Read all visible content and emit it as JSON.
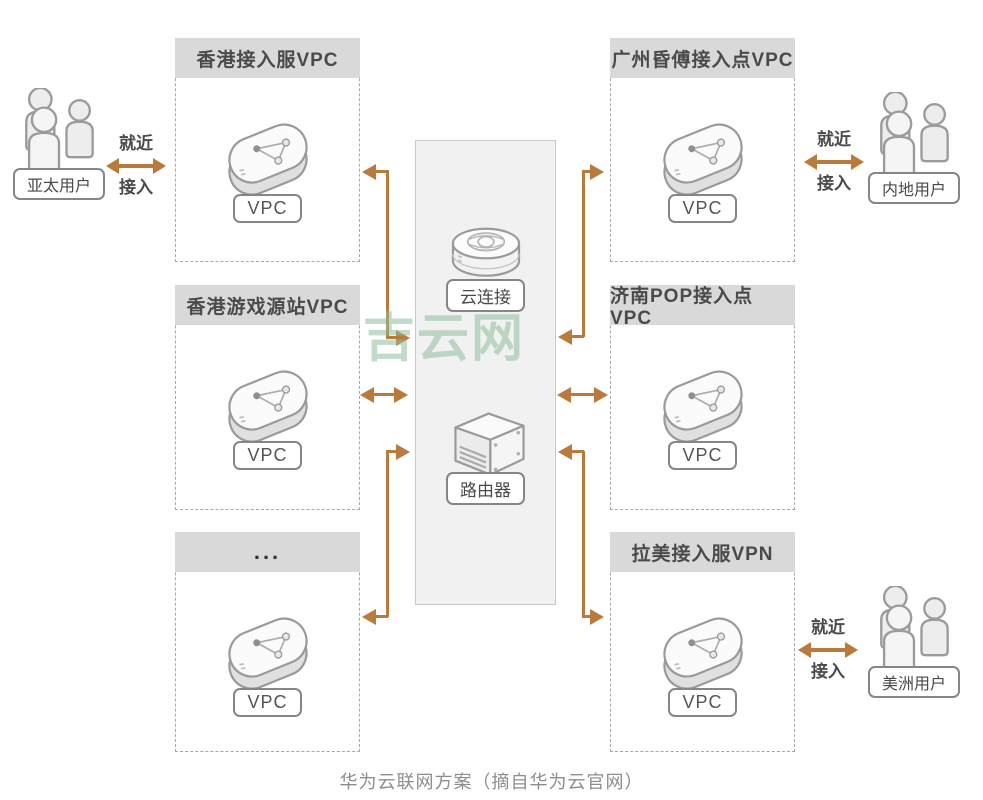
{
  "page": {
    "caption": "华为云联网方案（摘自华为云官网）",
    "watermark": "吉云网"
  },
  "colors": {
    "arrow": "#B97A3C",
    "header_bg": "#D9D9D9",
    "panel_bg": "#F1F1F1",
    "watermark_green": "#8FBE9B"
  },
  "boxes": [
    {
      "title": "香港接入服VPC",
      "node": "VPC",
      "side": "left",
      "row": 0
    },
    {
      "title": "香港游戏源站VPC",
      "node": "VPC",
      "side": "left",
      "row": 1
    },
    {
      "title": "...",
      "node": "VPC",
      "side": "left",
      "row": 2
    },
    {
      "title": "广州昏傅接入点VPC",
      "node": "VPC",
      "side": "right",
      "row": 0
    },
    {
      "title": "济南POP接入点VPC",
      "node": "VPC",
      "side": "right",
      "row": 1
    },
    {
      "title": "拉美接入服VPN",
      "node": "VPC",
      "side": "right",
      "row": 2
    }
  ],
  "center": {
    "cloud_connect_label": "云连接",
    "router_label": "路由器"
  },
  "users": [
    {
      "label": "亚太用户",
      "access_top": "就近",
      "access_bottom": "接入"
    },
    {
      "label": "内地用户",
      "access_top": "就近",
      "access_bottom": "接入"
    },
    {
      "label": "美洲用户",
      "access_top": "就近",
      "access_bottom": "接入"
    }
  ],
  "icons": {
    "vpc": "vpc-slab-icon",
    "cloud_connect": "cloud-connect-cylinder-icon",
    "router": "router-box-icon",
    "users": "user-group-icon",
    "arrows": "orange-double-arrow"
  }
}
